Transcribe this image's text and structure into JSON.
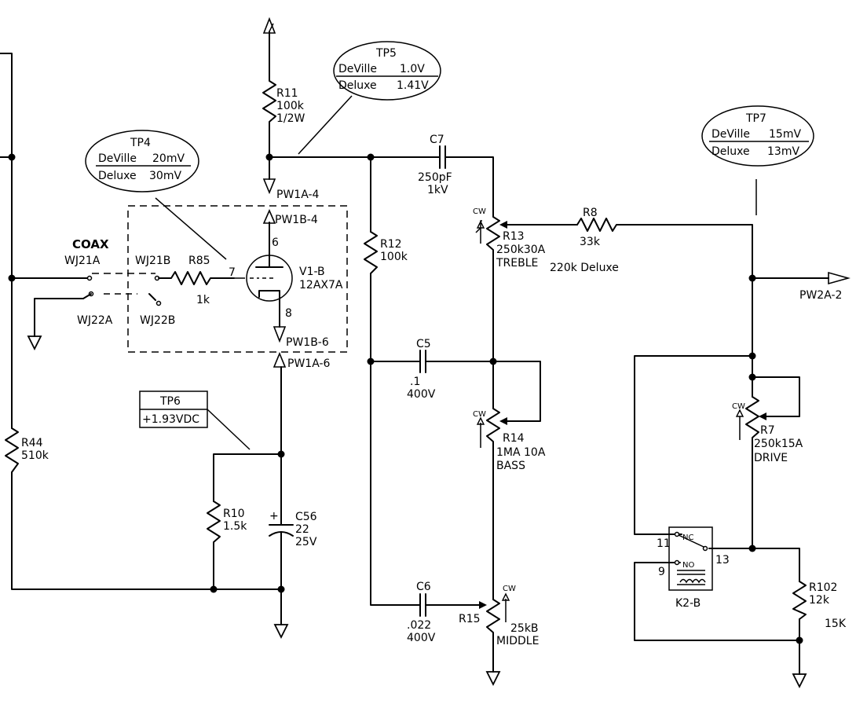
{
  "components": {
    "r11": {
      "ref": "R11",
      "value": "100k",
      "rating": "1/2W"
    },
    "r12": {
      "ref": "R12",
      "value": "100k"
    },
    "r13": {
      "ref": "R13",
      "value": "250k30A",
      "function": "TREBLE",
      "alt": "220k Deluxe"
    },
    "r14": {
      "ref": "R14",
      "value": "1MA 10A",
      "function": "BASS"
    },
    "r15": {
      "ref": "R15",
      "value": "25kB",
      "function": "MIDDLE"
    },
    "r7": {
      "ref": "R7",
      "value": "250k15A",
      "function": "DRIVE"
    },
    "r8": {
      "ref": "R8",
      "value": "33k"
    },
    "r10": {
      "ref": "R10",
      "value": "1.5k"
    },
    "r44": {
      "ref": "R44",
      "value": "510k"
    },
    "r85": {
      "ref": "R85",
      "value": "1k"
    },
    "r102": {
      "ref": "R102",
      "value": "12k",
      "alt": "15K"
    },
    "c5": {
      "ref": "C5",
      "value": ".1",
      "rating": "400V"
    },
    "c6": {
      "ref": "C6",
      "value": ".022",
      "rating": "400V"
    },
    "c7": {
      "ref": "C7",
      "value": "250pF",
      "rating": "1kV"
    },
    "c56": {
      "ref": "C56",
      "value": "22",
      "rating": "25V"
    },
    "v1b": {
      "ref": "V1-B",
      "type": "12AX7A",
      "pin_plate": "6",
      "pin_grid": "7",
      "pin_cathode": "8"
    },
    "k2b": {
      "ref": "K2-B",
      "nc": "NC",
      "no": "NO",
      "pin_nc": "11",
      "pin_no": "9",
      "pin_com": "13"
    }
  },
  "connectors": {
    "pw1a4": "PW1A-4",
    "pw1a6": "PW1A-6",
    "pw1b4": "PW1B-4",
    "pw1b6": "PW1B-6",
    "pw2a2": "PW2A-2",
    "wj21a": "WJ21A",
    "wj21b": "WJ21B",
    "wj22a": "WJ22A",
    "wj22b": "WJ22B",
    "coax": "COAX"
  },
  "pot_mark": "CW",
  "test_points": {
    "tp4": {
      "name": "TP4",
      "rows": [
        {
          "model": "DeVille",
          "value": "20mV"
        },
        {
          "model": "Deluxe",
          "value": "30mV"
        }
      ]
    },
    "tp5": {
      "name": "TP5",
      "rows": [
        {
          "model": "DeVille",
          "value": "1.0V"
        },
        {
          "model": "Deluxe",
          "value": "1.41V"
        }
      ]
    },
    "tp7": {
      "name": "TP7",
      "rows": [
        {
          "model": "DeVille",
          "value": "15mV"
        },
        {
          "model": "Deluxe",
          "value": "13mV"
        }
      ]
    },
    "tp6": {
      "name": "TP6",
      "value": "+1.93VDC"
    }
  }
}
